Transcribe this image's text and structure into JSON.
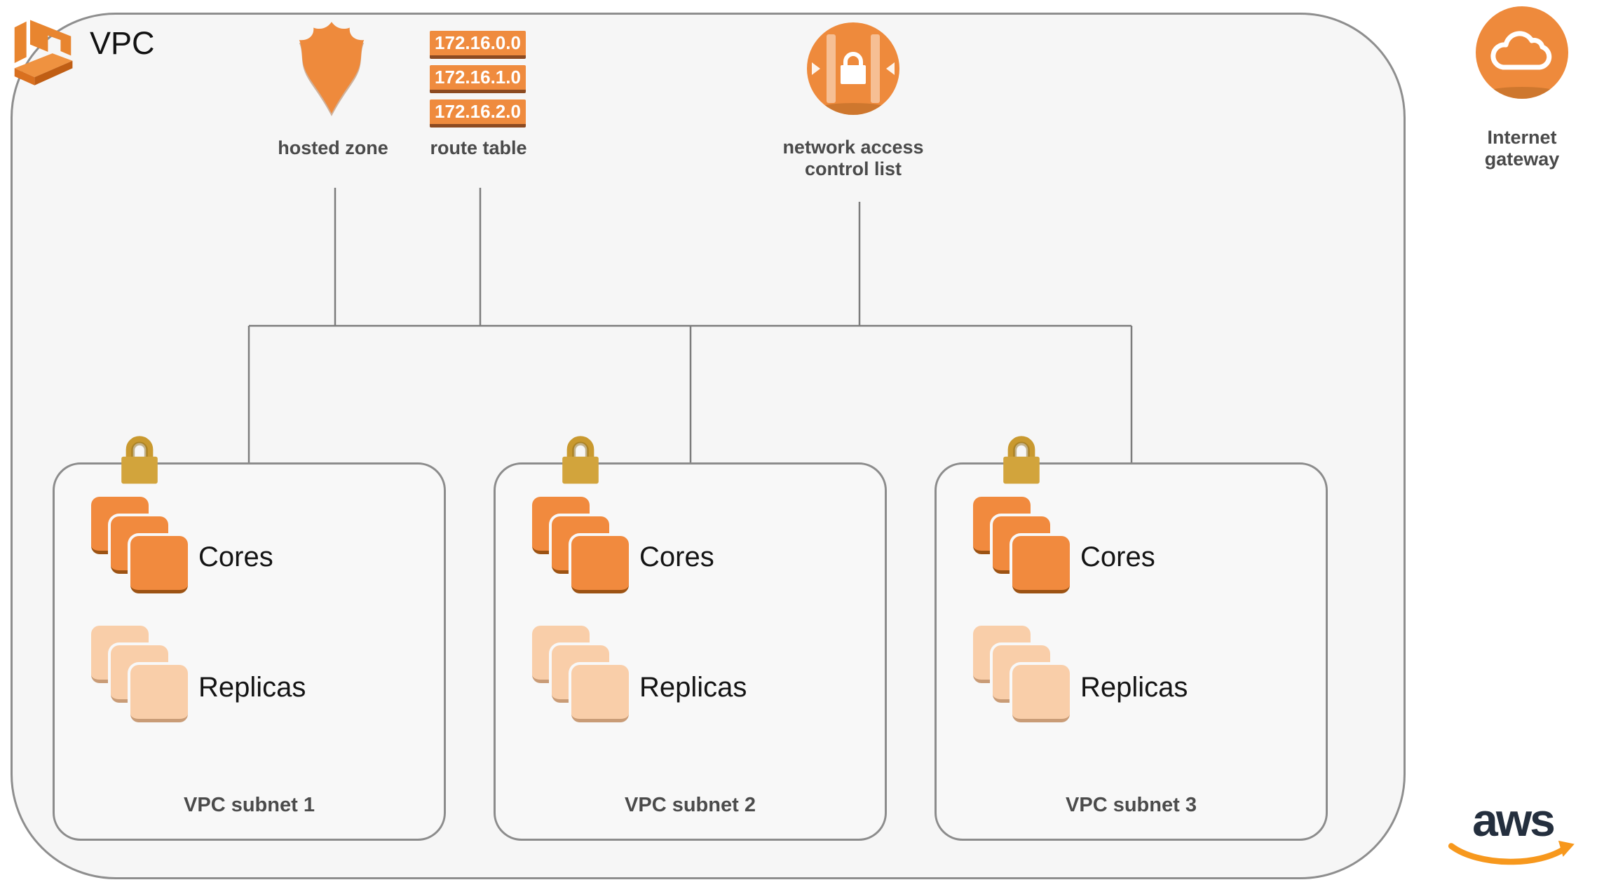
{
  "diagram": {
    "vpc_label": "VPC",
    "hosted_zone": {
      "label": "hosted zone"
    },
    "route_table": {
      "label": "route table",
      "routes": [
        "172.16.0.0",
        "172.16.1.0",
        "172.16.2.0"
      ]
    },
    "nacl": {
      "label_line1": "network access",
      "label_line2": "control list"
    },
    "internet_gateway": {
      "label_line1": "Internet",
      "label_line2": "gateway"
    },
    "subnets": [
      {
        "name": "VPC subnet 1",
        "cores": "Cores",
        "replicas": "Replicas"
      },
      {
        "name": "VPC subnet 2",
        "cores": "Cores",
        "replicas": "Replicas"
      },
      {
        "name": "VPC subnet 3",
        "cores": "Cores",
        "replicas": "Replicas"
      }
    ],
    "aws_logo_text": "aws",
    "colors": {
      "aws_orange": "#EE8A3C",
      "orange_shadow": "#9C5314",
      "replica_peach": "#F9CEA9",
      "lock_gold": "#D2A43C",
      "line_gray": "#7C7C7C",
      "label_gray": "#4A4A4A",
      "logo_navy": "#242F3E",
      "swoosh_orange": "#F7981D"
    }
  }
}
